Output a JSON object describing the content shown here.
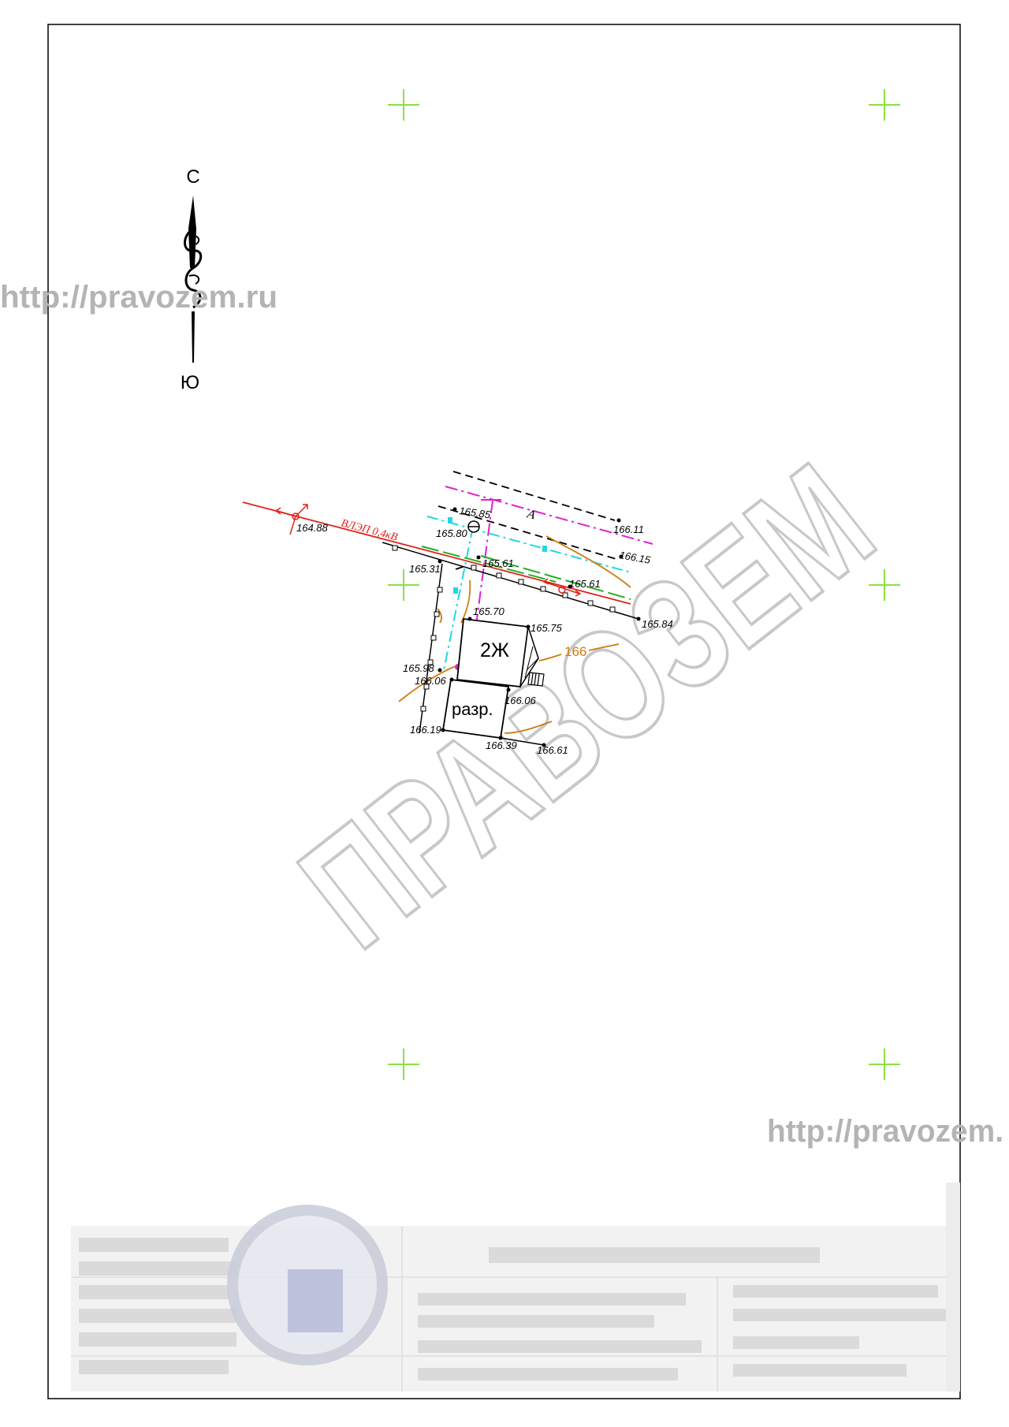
{
  "compass": {
    "north": "С",
    "south": "Ю"
  },
  "watermarks": {
    "url_left": "http://pravozem.ru",
    "url_right": "http://pravozem.",
    "logo_text": "ПРАВОЗЕМ"
  },
  "power_line": {
    "label": "ВЛЭП 0,4кВ"
  },
  "contour": {
    "label": "166"
  },
  "zone_label": "А",
  "buildings": [
    {
      "label": "2Ж"
    },
    {
      "label": "разр."
    }
  ],
  "elevations": [
    {
      "value": "164.88"
    },
    {
      "value": "165.85"
    },
    {
      "value": "165.80"
    },
    {
      "value": "166.11"
    },
    {
      "value": "166.15"
    },
    {
      "value": "165.61"
    },
    {
      "value": "165.31"
    },
    {
      "value": "165.61"
    },
    {
      "value": "165.70"
    },
    {
      "value": "165.75"
    },
    {
      "value": "165.84"
    },
    {
      "value": "165.98"
    },
    {
      "value": "166.06"
    },
    {
      "value": "166.06"
    },
    {
      "value": "166.19"
    },
    {
      "value": "166.39"
    },
    {
      "value": "166.61"
    }
  ],
  "colors": {
    "power_line": "#e0241c",
    "property_boundary": "#e020d0",
    "water_line": "#20d8e0",
    "green_line": "#20b020",
    "contour": "#d07a10",
    "grid_cross": "#8ee040",
    "watermark": "#b4b4b4"
  }
}
